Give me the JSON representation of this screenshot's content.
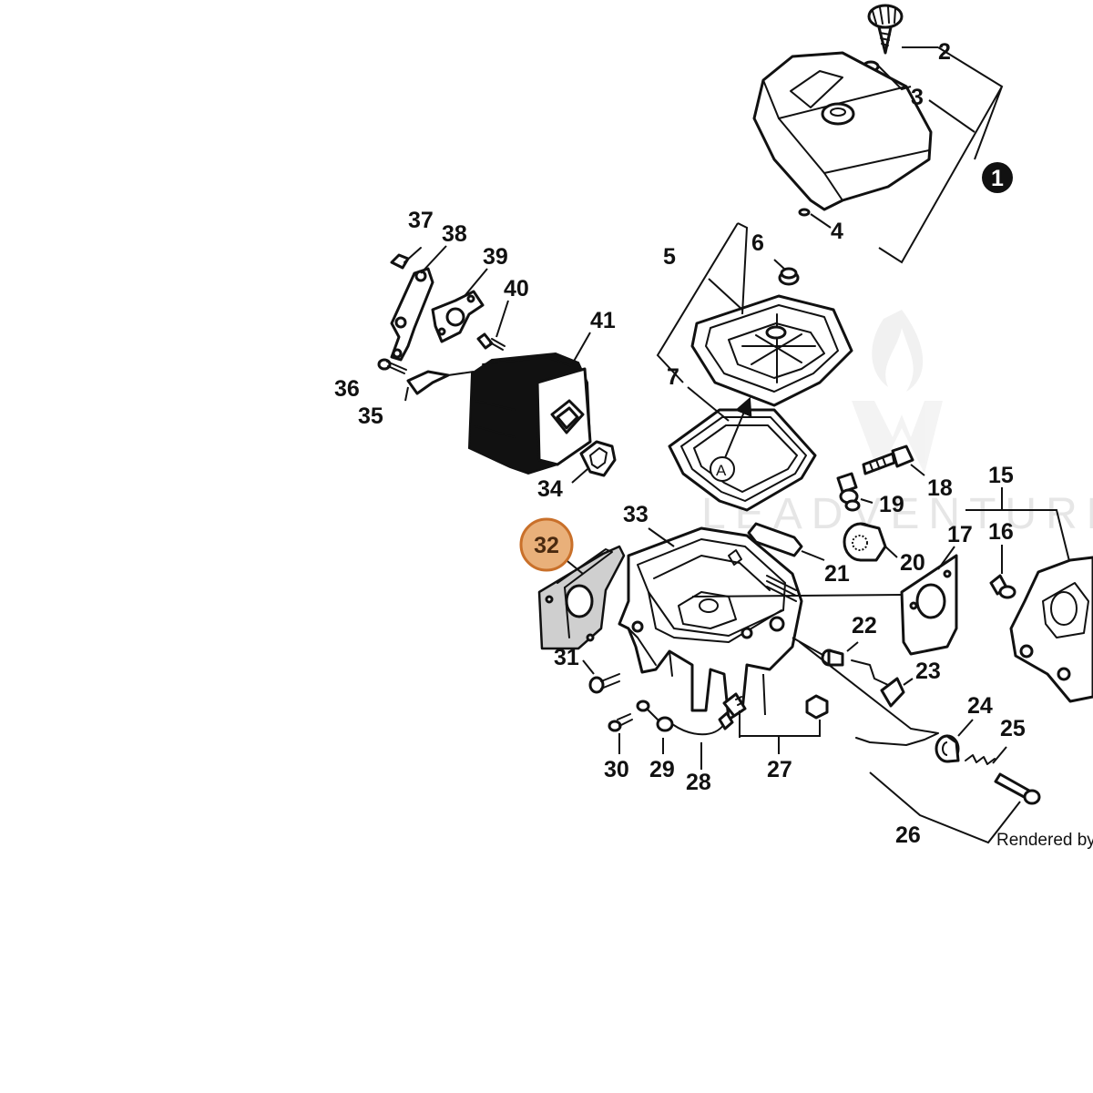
{
  "highlight_color": "#e9b07a",
  "highlight_border": "#c9702a",
  "labels": {
    "l1": "1",
    "l2": "2",
    "l3": "3",
    "l4": "4",
    "l5": "5",
    "l6": "6",
    "l7": "7",
    "l15": "15",
    "l16": "16",
    "l17": "17",
    "l18": "18",
    "l19": "19",
    "l20": "20",
    "l21": "21",
    "l22": "22",
    "l23": "23",
    "l24": "24",
    "l25": "25",
    "l26": "26",
    "l27": "27",
    "l28": "28",
    "l29": "29",
    "l30": "30",
    "l31": "31",
    "l32": "32",
    "l33": "33",
    "l34": "34",
    "l35": "35",
    "l36": "36",
    "l37": "37",
    "l38": "38",
    "l39": "39",
    "l40": "40",
    "l41": "41"
  },
  "marker_a": "A",
  "footer": "Rendered by",
  "watermark": "LEADVENTURE"
}
